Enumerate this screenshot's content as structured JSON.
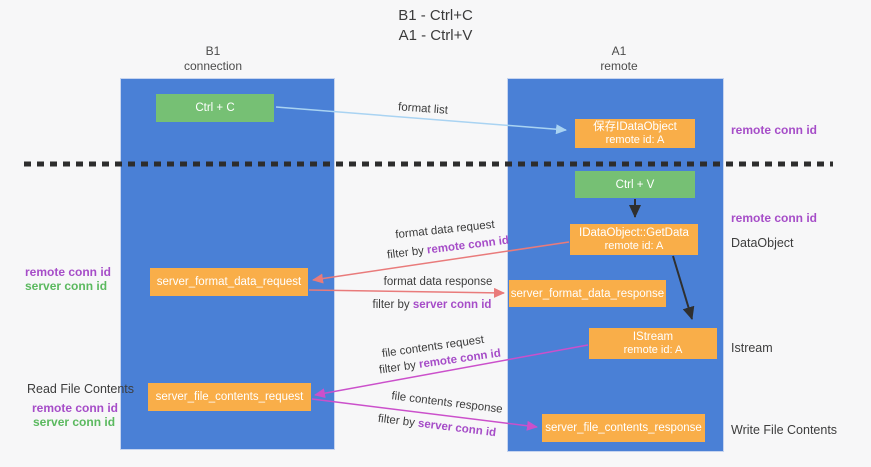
{
  "title": {
    "line1": "B1 - Ctrl+C",
    "line2": "A1 - Ctrl+V"
  },
  "lanes": {
    "left": {
      "title": "B1",
      "subtitle": "connection"
    },
    "right": {
      "title": "A1",
      "subtitle": "remote"
    }
  },
  "boxes": {
    "ctrl_c": {
      "label": "Ctrl + C"
    },
    "ctrl_v": {
      "label": "Ctrl + V"
    },
    "save_idataobject": {
      "line1": "保存IDataObject",
      "line2": "remote id: A"
    },
    "idataobject_getdata": {
      "line1": "IDataObject::GetData",
      "line2": "remote id: A"
    },
    "istream": {
      "line1": "IStream",
      "line2": "remote id: A"
    },
    "server_format_data_request": {
      "label": "server_format_data_request"
    },
    "server_format_data_response": {
      "label": "server_format_data_response"
    },
    "server_file_contents_request": {
      "label": "server_file_contents_request"
    },
    "server_file_contents_response": {
      "label": "server_file_contents_response"
    }
  },
  "arrow_labels": {
    "format_list": "format list",
    "format_data_request": "format data request",
    "format_data_request_filter_prefix": "filter by ",
    "format_data_request_filter_key": "remote conn id",
    "format_data_response": "format data response",
    "format_data_response_filter_prefix": "filter by ",
    "format_data_response_filter_key": "server conn id",
    "file_contents_request": "file contents request",
    "file_contents_request_filter_prefix": "filter by ",
    "file_contents_request_filter_key": "remote conn id",
    "file_contents_response": "file contents response",
    "file_contents_response_filter_prefix": "filter by ",
    "file_contents_response_filter_key": "server conn id"
  },
  "side_labels": {
    "right_remote_conn_id_top": "remote conn id",
    "right_remote_conn_id_mid": "remote conn id",
    "right_dataobject": "DataObject",
    "right_istream": "Istream",
    "right_write_file_contents": "Write File Contents",
    "left_remote_conn_id_format": "remote conn id",
    "left_server_conn_id_format": "server conn id",
    "left_read_file_contents": "Read File Contents",
    "left_remote_conn_id_file": "remote conn id",
    "left_server_conn_id_file": "server conn id"
  },
  "colors": {
    "lane_blue": "#4a80d6",
    "box_green": "#76c074",
    "box_orange": "#f9ae49",
    "accent_purple": "#a64dc8",
    "accent_green": "#5bb95f",
    "arrow_red": "#e97b7b",
    "arrow_magenta": "#cb50cb",
    "arrow_lightblue": "#a9d3f2",
    "arrow_black": "#2f2f2f",
    "dashed_line": "#2d2d2d"
  }
}
